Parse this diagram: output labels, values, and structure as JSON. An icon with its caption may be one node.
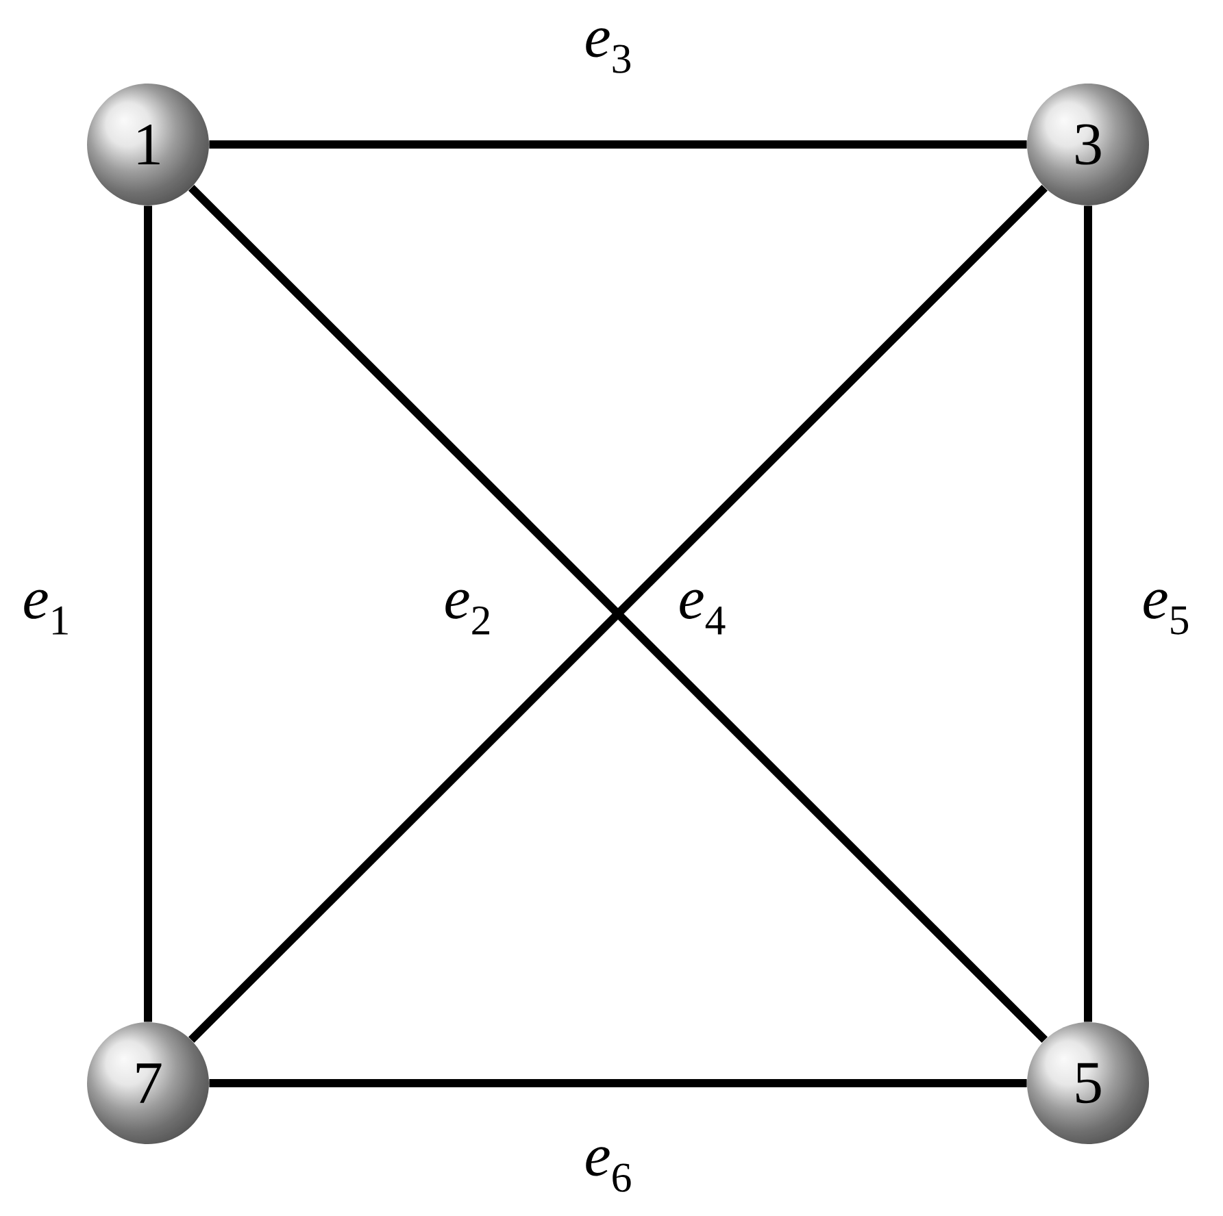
{
  "diagram": {
    "nodes": [
      {
        "text": [
          "1"
        ]
      },
      {
        "text": [
          "3"
        ]
      },
      {
        "text": [
          "7"
        ]
      },
      {
        "text": [
          "5"
        ]
      }
    ],
    "edges": [
      {
        "from": 0,
        "to": 2,
        "arrow": "none",
        "label": "*e*$_{1}$"
      },
      {
        "from": 0,
        "to": 3,
        "arrow": "none",
        "label": "*e*$_{2}$"
      },
      {
        "from": 0,
        "to": 1,
        "arrow": "none",
        "label": "*e*$_{3}$"
      },
      {
        "from": 2,
        "to": 1,
        "arrow": "none",
        "label": "*e*$_{4}$"
      },
      {
        "from": 1,
        "to": 3,
        "arrow": "none",
        "label": "*e*$_{5}$"
      },
      {
        "from": 2,
        "to": 3,
        "arrow": "none",
        "label": "*e*$_{6}$"
      }
    ]
  }
}
